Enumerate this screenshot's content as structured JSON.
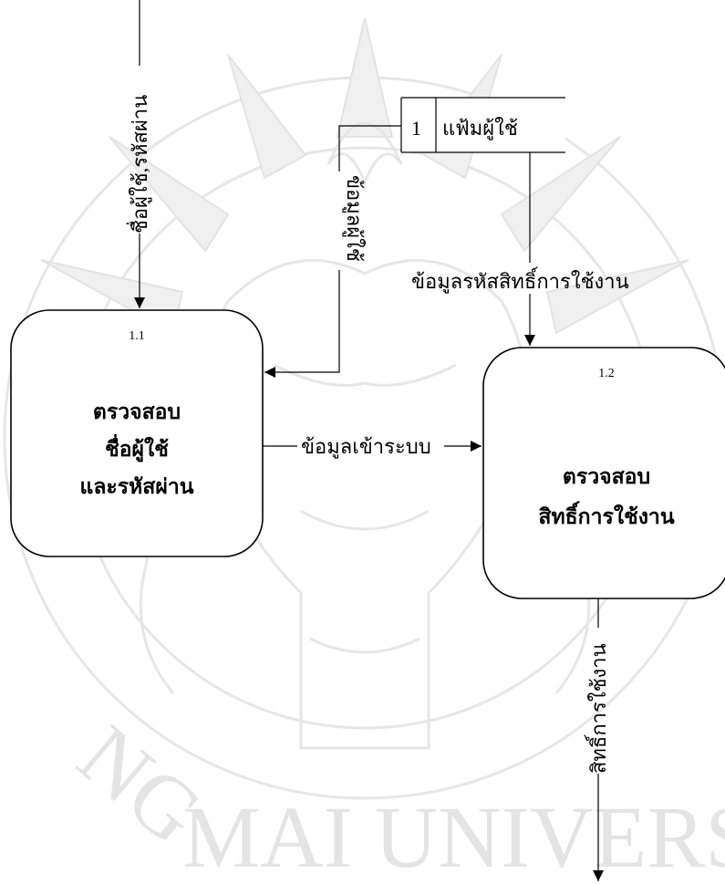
{
  "processes": [
    {
      "id": "1.1",
      "lines": [
        "ตรวจสอบ",
        "ชื่อผู้ใช้",
        "และรหัสผ่าน"
      ]
    },
    {
      "id": "1.2",
      "lines": [
        "ตรวจสอบ",
        "สิทธิ์การใช้งาน"
      ]
    }
  ],
  "datastore": {
    "number": "1",
    "name": "แฟ้มผู้ใช้"
  },
  "flows": {
    "username_password": "ชื่อผู้ใช้,รหัสผ่าน",
    "user_data": "ข้อมูลผู้ใช้",
    "access_rights_data": "ข้อมูลรหัสสิทธิ์การใช้งาน",
    "login_data": "ข้อมูลเข้าระบบ",
    "access_rights": "สิทธิ์การใช้งาน"
  },
  "watermark": {
    "text": "MAI UNIVERSITY"
  },
  "colors": {
    "process_header": "#e8e8e8",
    "watermark": "#e6e6e6"
  }
}
